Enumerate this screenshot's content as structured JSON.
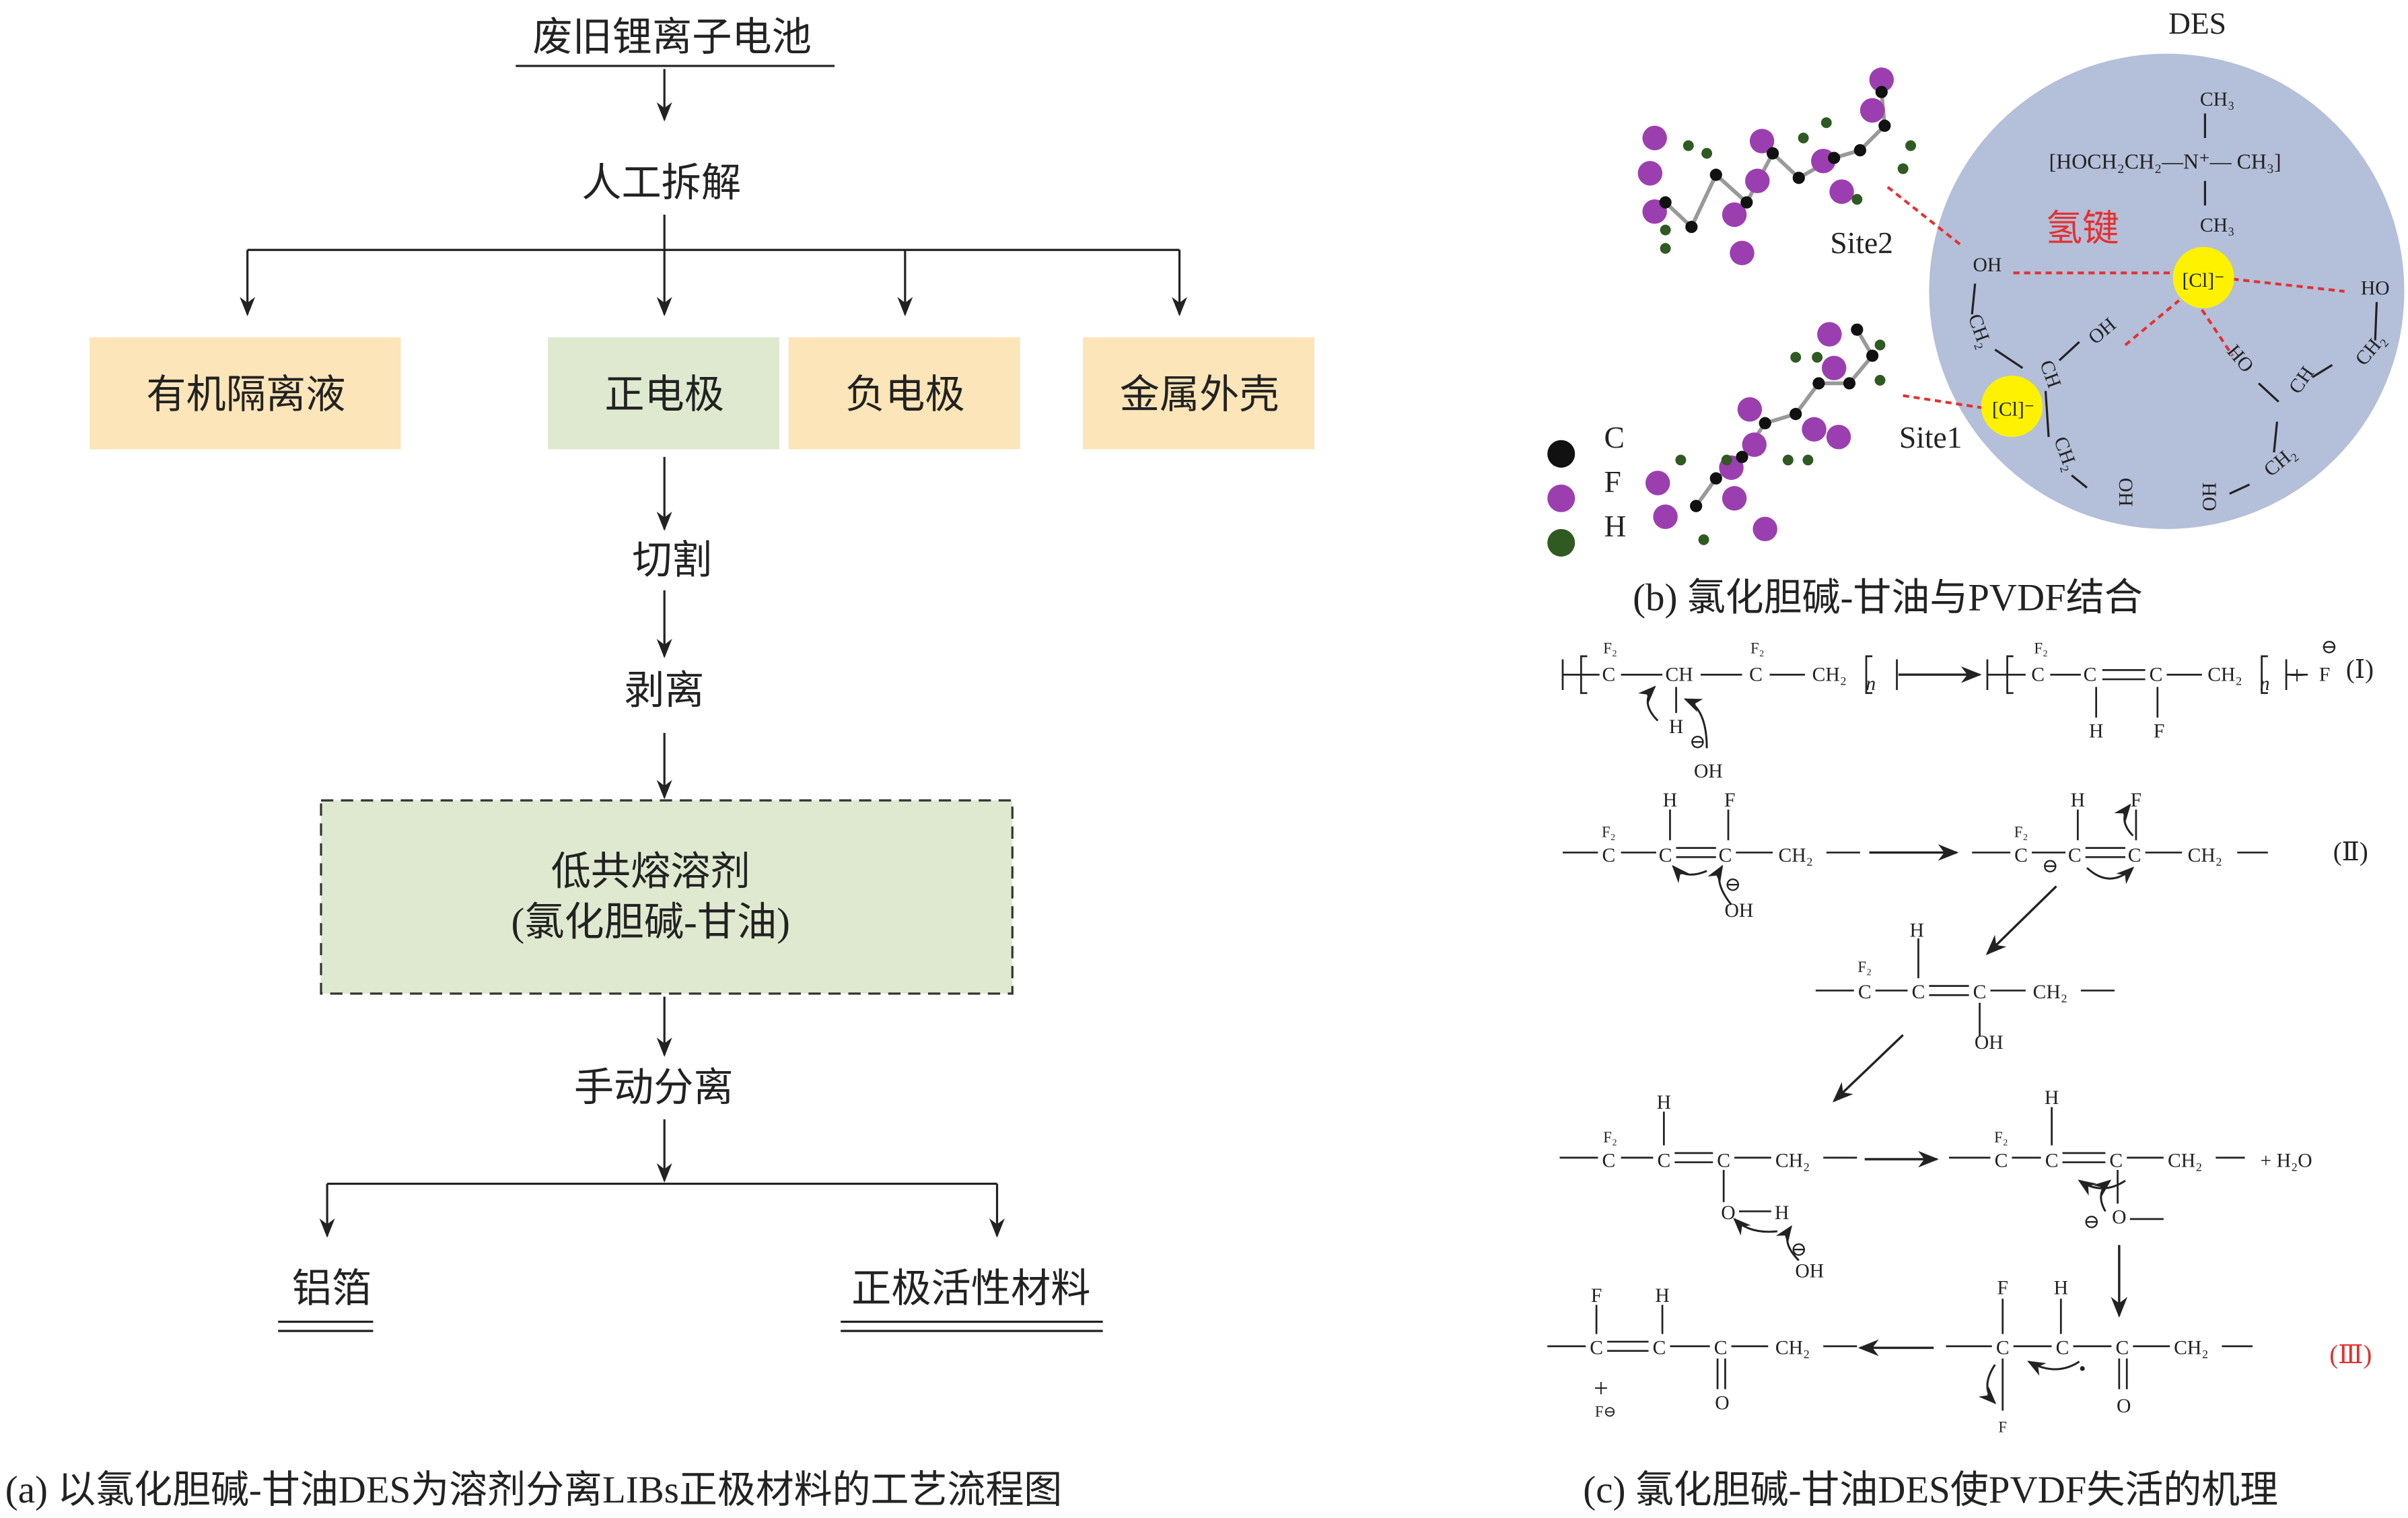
{
  "panel_a": {
    "title": "废旧锂离子电池",
    "step1": "人工拆解",
    "components": [
      "有机隔离液",
      "正电极",
      "负电极",
      "金属外壳"
    ],
    "step2": "切割",
    "step3": "剥离",
    "solvent_line1": "低共熔溶剂",
    "solvent_line2": "(氯化胆碱-甘油)",
    "step4": "手动分离",
    "output_left": "铝箔",
    "output_right": "正极活性材料",
    "caption": "(a) 以氯化胆碱-甘油DES为溶剂分离LIBs正极材料的工艺流程图",
    "colors": {
      "orange_box": "#fce5b8",
      "green_box": "#dfe9cf"
    }
  },
  "panel_b": {
    "des_label": "DES",
    "ch3_top": "CH₃",
    "choline": "[HOCH₂CH₂—N⁺— CH₃]",
    "ch3_bottom": "CH₃",
    "hbond": "氢键",
    "cl_1": "[Cl]⁻",
    "cl_2": "[Cl]⁻",
    "glycerol_labels": [
      "OH",
      "CH₂",
      "CH",
      "OH",
      "CH₂",
      "OH",
      "HO",
      "CH₂",
      "HO",
      "CH",
      "CH₂",
      "OH"
    ],
    "site2": "Site2",
    "site1": "Site1",
    "legend": [
      "C",
      "F",
      "H"
    ],
    "caption": "(b) 氯化胆碱-甘油与PVDF结合",
    "colors": {
      "circle": "#b4bfd9",
      "chloride": "#fff200",
      "hbond": "#e53030",
      "carbon": "#111111",
      "fluorine": "#9b3fb0",
      "hydrogen": "#2f5a22"
    }
  },
  "panel_c": {
    "labels": [
      "F₂",
      "C",
      "CH",
      "H",
      "⊖",
      "OH",
      "F₂",
      "C",
      "CH₂",
      "n",
      "F₂",
      "C",
      "C",
      "C",
      "CH₂",
      "n",
      "H",
      "F",
      "+",
      "F",
      "⊖",
      "(Ⅰ)",
      "F₂",
      "C",
      "C",
      "C",
      "CH₂",
      "H",
      "F",
      "⊖",
      "OH",
      "F₂",
      "C",
      "C",
      "C",
      "CH₂",
      "H",
      "F",
      "⊖",
      "(Ⅱ)",
      "F₂",
      "C",
      "C",
      "C",
      "CH₂",
      "H",
      "OH",
      "F₂",
      "C",
      "C",
      "C",
      "CH₂",
      "H",
      "O",
      "H",
      "⊖",
      "OH",
      "F₂",
      "C",
      "C",
      "C",
      "CH₂",
      "H",
      "⊖",
      "O",
      "+ H₂O",
      "F",
      "C",
      "C",
      "C",
      "CH₂",
      "H",
      "O",
      "+",
      "F⊖",
      "F",
      "C",
      "C",
      "C",
      "CH₂",
      "H",
      "O",
      "F",
      "•",
      "(Ⅲ)"
    ],
    "caption": "(c) 氯化胆碱-甘油DES使PVDF失活的机理",
    "colors": {
      "label_III": "#e53030"
    }
  }
}
